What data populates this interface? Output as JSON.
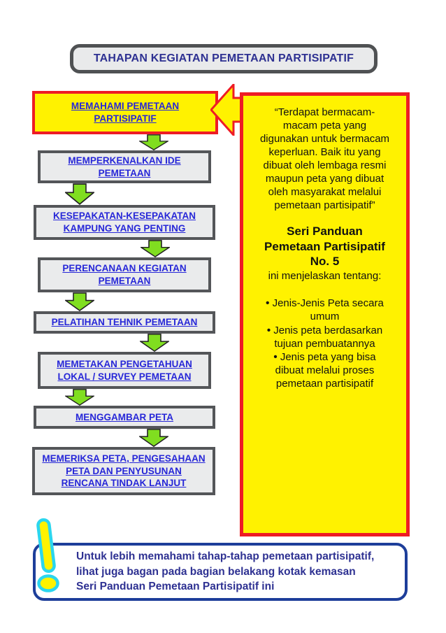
{
  "colors": {
    "highlight_yellow": "#FFF200",
    "alert_red": "#EE1C25",
    "arrow_green": "#80DE20",
    "step_text_blue": "#2727D8",
    "navy": "#2E3192",
    "cyan": "#2BD6EE",
    "box_gray": "#EAEBEC",
    "border_gray": "#545659"
  },
  "header": {
    "title": "TAHAPAN KEGIATAN PEMETAAN PARTISIPATIF"
  },
  "flow": {
    "steps": [
      {
        "label": "MEMAHAMI PEMETAAN\nPARTISIPATIF",
        "highlighted": true
      },
      {
        "label": "MEMPERKENALKAN IDE\nPEMETAAN",
        "highlighted": false
      },
      {
        "label": "KESEPAKATAN-KESEPAKATAN\nKAMPUNG YANG PENTING",
        "highlighted": false
      },
      {
        "label": "PERENCANAAN KEGIATAN\nPEMETAAN",
        "highlighted": false
      },
      {
        "label": "PELATIHAN TEHNIK PEMETAAN",
        "highlighted": false
      },
      {
        "label": "MEMETAKAN PENGETAHUAN\nLOKAL / SURVEY PEMETAAN",
        "highlighted": false
      },
      {
        "label": "MENGGAMBAR PETA",
        "highlighted": false
      },
      {
        "label": "MEMERIKSA PETA, PENGESAHAAN\nPETA DAN PENYUSUNAN\nRENCANA TINDAK LANJUT",
        "highlighted": false
      }
    ]
  },
  "callout": {
    "quote": "“Terdapat bermacam-\nmacam peta yang\ndigunakan untuk bermacam\nkeperluan. Baik itu yang\ndibuat oleh lembaga resmi\nmaupun peta yang dibuat\noleh masyarakat melalui\npemetaan partisipatif”",
    "series_title": "Seri Panduan\nPemetaan Partisipatif\nNo. 5",
    "series_intro": "ini menjelaskan tentang:",
    "bullets": [
      "Jenis-Jenis Peta secara\numum",
      "Jenis peta berdasarkan\ntujuan pembuatannya",
      "Jenis peta yang bisa\ndibuat melalui proses\npemetaan partisipatif"
    ]
  },
  "footer": {
    "note": "Untuk lebih memahami tahap-tahap pemetaan partisipatif,\nlihat juga bagan pada bagian belakang kotak kemasan\nSeri Panduan Pemetaan Partisipatif ini"
  },
  "icons": {
    "flow_connector": "green-down-arrow",
    "callout_pointer": "yellow-left-arrow",
    "footer_mark": "exclamation-mark"
  }
}
